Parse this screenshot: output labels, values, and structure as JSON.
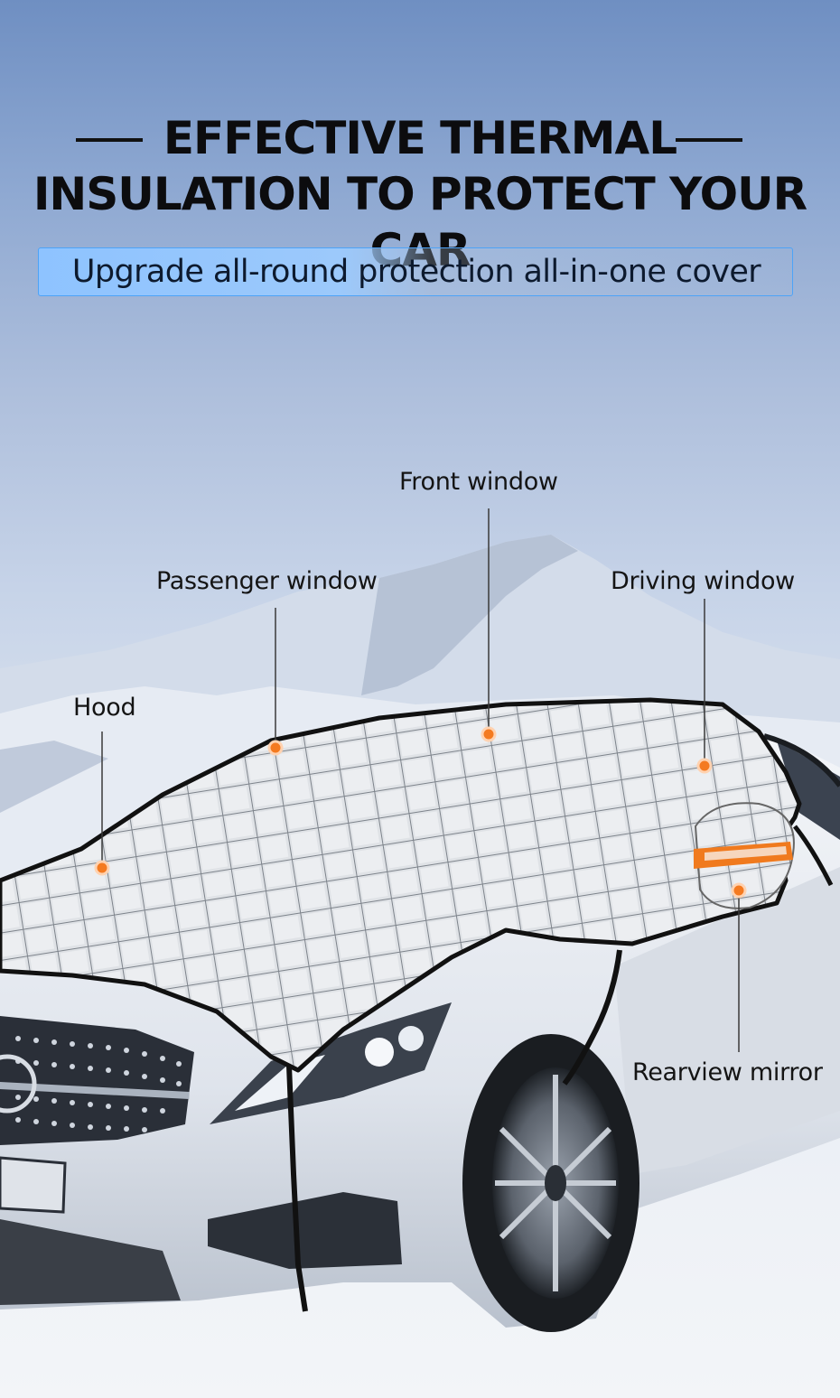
{
  "headline": {
    "line1": "EFFECTIVE THERMAL",
    "line2": "INSULATION TO PROTECT YOUR CAR"
  },
  "subtitle": "Upgrade all-round protection all-in-one cover",
  "callouts": {
    "hood": "Hood",
    "passenger_window": "Passenger window",
    "front_window": "Front window",
    "driving_window": "Driving window",
    "rearview_mirror": "Rearview mirror"
  },
  "colors": {
    "marker": "#f47a20",
    "subtitle_border": "#4da3f7",
    "cover_edge": "#111111",
    "reflective_strip": "#f07a1e"
  }
}
